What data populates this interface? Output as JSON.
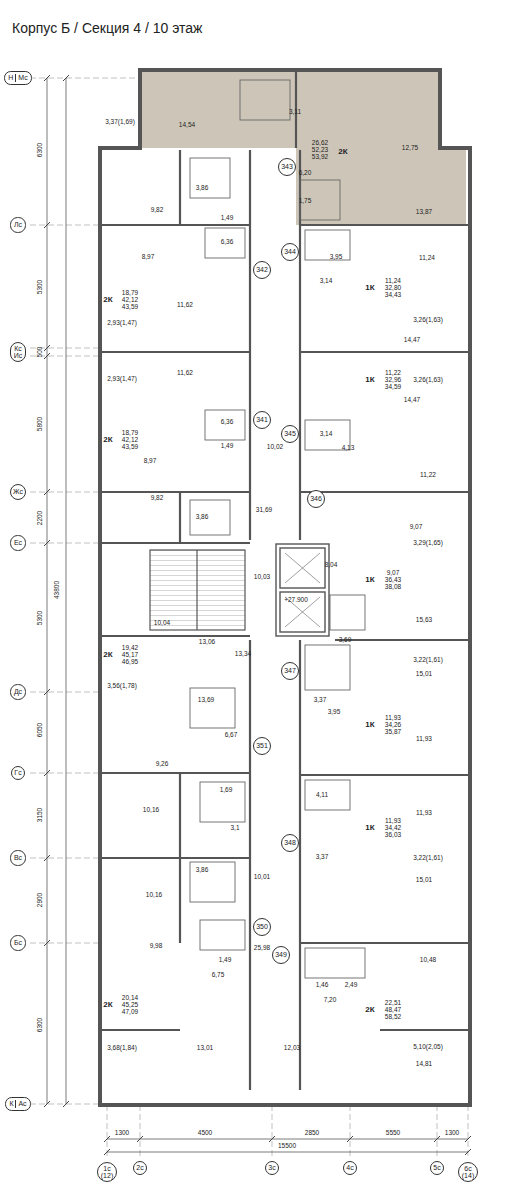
{
  "diagram": {
    "title": "Корпус Б / Секция 4 / 10 этаж",
    "nodes": [
      {
        "text": [
          "Н",
          "Мс"
        ]
      },
      {
        "text": [
          "Лс"
        ]
      },
      {
        "text": [
          "Кс",
          "Ис"
        ]
      },
      {
        "text": [
          "Жс"
        ]
      },
      {
        "text": [
          "Ес"
        ]
      },
      {
        "text": [
          "Дс"
        ]
      },
      {
        "text": [
          "Гс"
        ]
      },
      {
        "text": [
          "Вс"
        ]
      },
      {
        "text": [
          "Бс"
        ]
      },
      {
        "text": [
          "К",
          "Ас"
        ]
      },
      {
        "text": [
          "1с",
          "(12)"
        ]
      },
      {
        "text": [
          "2с"
        ]
      },
      {
        "text": [
          "3с"
        ]
      },
      {
        "text": [
          "4с"
        ]
      },
      {
        "text": [
          "5с"
        ]
      },
      {
        "text": [
          "6с",
          "(14)"
        ]
      },
      {
        "text": [
          "343"
        ]
      },
      {
        "text": [
          "342"
        ]
      },
      {
        "text": [
          "344"
        ]
      },
      {
        "text": [
          "341"
        ]
      },
      {
        "text": [
          "345"
        ]
      },
      {
        "text": [
          "346"
        ]
      },
      {
        "text": [
          "351"
        ]
      },
      {
        "text": [
          "347"
        ]
      },
      {
        "text": [
          "348"
        ]
      },
      {
        "text": [
          "350"
        ]
      },
      {
        "text": [
          "349"
        ]
      }
    ],
    "labels": [
      "3,37(1,69)",
      "14,54",
      "3,11",
      "26,62",
      "52,23",
      "53,92",
      "2К",
      "12,75",
      "6,20",
      "1,75",
      "13,87",
      "3,86",
      "9,82",
      "1,49",
      "6,36",
      "8,97",
      "2К",
      "18,79",
      "42,12",
      "43,59",
      "11,62",
      "2,93(1,47)",
      "2,93(1,47)",
      "11,62",
      "2К",
      "18,79",
      "42,12",
      "43,59",
      "6,36",
      "8,97",
      "1,49",
      "10,02",
      "9,82",
      "3,86",
      "3,95",
      "11,24",
      "3,14",
      "1К",
      "11,24",
      "32,80",
      "34,43",
      "3,26(1,63)",
      "14,47",
      "1К",
      "11,22",
      "32,96",
      "34,59",
      "3,26(1,63)",
      "14,47",
      "3,14",
      "4,13",
      "11,22",
      "31,69",
      "10,03",
      "9,07",
      "3,29(1,65)",
      "8,04",
      "1К",
      "9,07",
      "36,43",
      "38,08",
      "+27.900",
      "3,69",
      "10,04",
      "13,06",
      "13,34",
      "15,63",
      "2К",
      "19,42",
      "45,17",
      "46,95",
      "3,56(1,78)",
      "13,69",
      "6,67",
      "9,26",
      "1,69",
      "10,16",
      "3,1",
      "3,86",
      "10,16",
      "1,49",
      "9,98",
      "6,75",
      "25,98",
      "2К",
      "20,14",
      "45,25",
      "47,09",
      "3,68(1,84)",
      "13,01",
      "3,22(1,61)",
      "15,01",
      "3,37",
      "3,95",
      "1К",
      "11,93",
      "34,26",
      "35,87",
      "11,93",
      "1К",
      "11,93",
      "34,42",
      "36,03",
      "4,11",
      "11,93",
      "3,37",
      "3,22(1,61)",
      "15,01",
      "10,01",
      "1,46",
      "2,49",
      "7,20",
      "10,48",
      "2К",
      "22,51",
      "48,47",
      "58,52",
      "5,10(2,05)",
      "14,81",
      "12,03",
      "6300",
      "5300",
      "500",
      "5800",
      "2200",
      "5300",
      "43800",
      "6050",
      "3150",
      "2900",
      "6300",
      "1300",
      "4500",
      "2850",
      "5550",
      "1300",
      "15500"
    ]
  }
}
